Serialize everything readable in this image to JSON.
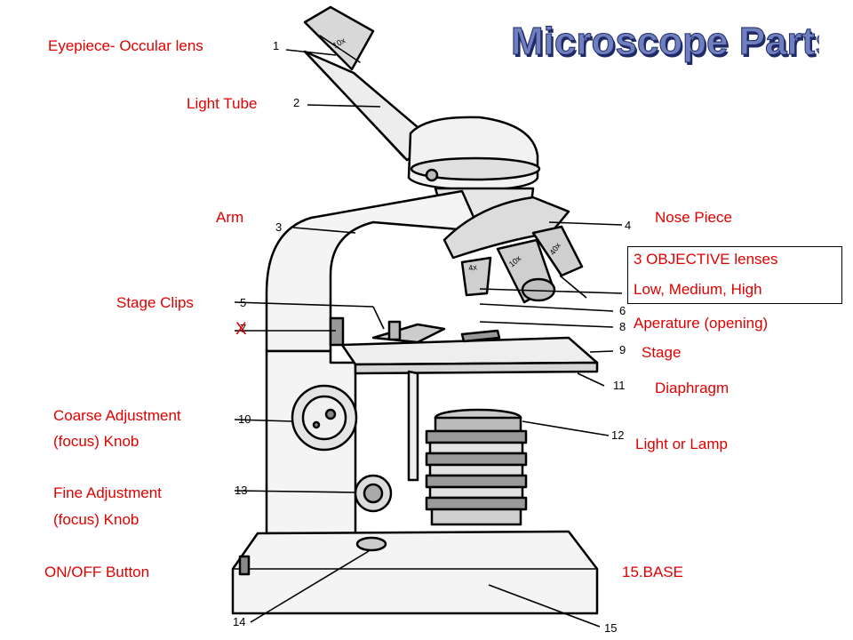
{
  "title": "Microscope Parts!",
  "colors": {
    "label": "#e00000",
    "title_fill": "#6f7fbf",
    "title_shadow": "#1f2a66",
    "line": "#000000"
  },
  "labels": {
    "eyepiece": "Eyepiece- Occular lens",
    "light_tube": "Light Tube",
    "arm": "Arm",
    "stage_clips": "Stage Clips",
    "x_mark": "X",
    "coarse_1": "Coarse Adjustment",
    "coarse_2": "(focus) Knob",
    "fine_1": "Fine Adjustment",
    "fine_2": "(focus) Knob",
    "on_off": "ON/OFF Button",
    "nose_piece": "Nose Piece",
    "objective_1": "3 OBJECTIVE lenses",
    "objective_2": "Low, Medium, High",
    "aperture": "Aperature (opening)",
    "stage": "Stage",
    "diaphragm": "Diaphragm",
    "light_lamp": "Light or Lamp",
    "base": "15.BASE"
  },
  "numbers": [
    "1",
    "2",
    "3",
    "4",
    "5",
    "6",
    "7",
    "8",
    "9",
    "10",
    "11",
    "12",
    "13",
    "14",
    "15"
  ],
  "lens_marks": [
    "10x",
    "4x",
    "10x",
    "40x"
  ]
}
